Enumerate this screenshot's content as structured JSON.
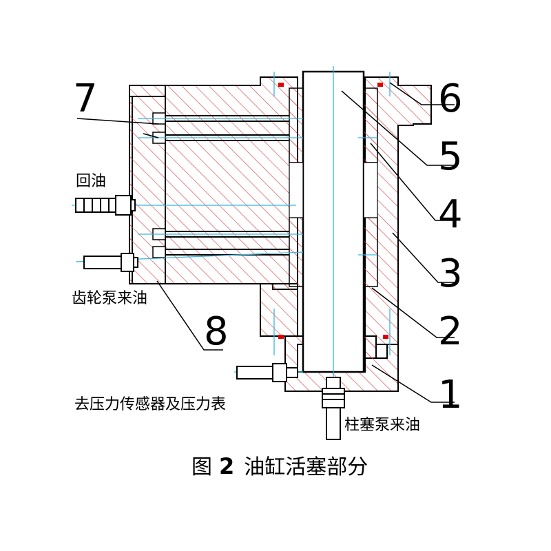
{
  "labels": {
    "return_oil": "回油",
    "gear_pump_oil": "齿轮泵来油",
    "to_sensor": "去压力传感器及压力表",
    "plunger_pump_oil": "柱塞泵来油"
  },
  "part_numbers": [
    "1",
    "2",
    "3",
    "4",
    "5",
    "6",
    "7",
    "8"
  ],
  "caption": {
    "prefix": "图",
    "number": "2",
    "title": "油缸活塞部分"
  },
  "colors": {
    "hatch": "#d9474b",
    "outline": "#000000",
    "centerline": "#37b6e0",
    "seal": "#e00000"
  }
}
